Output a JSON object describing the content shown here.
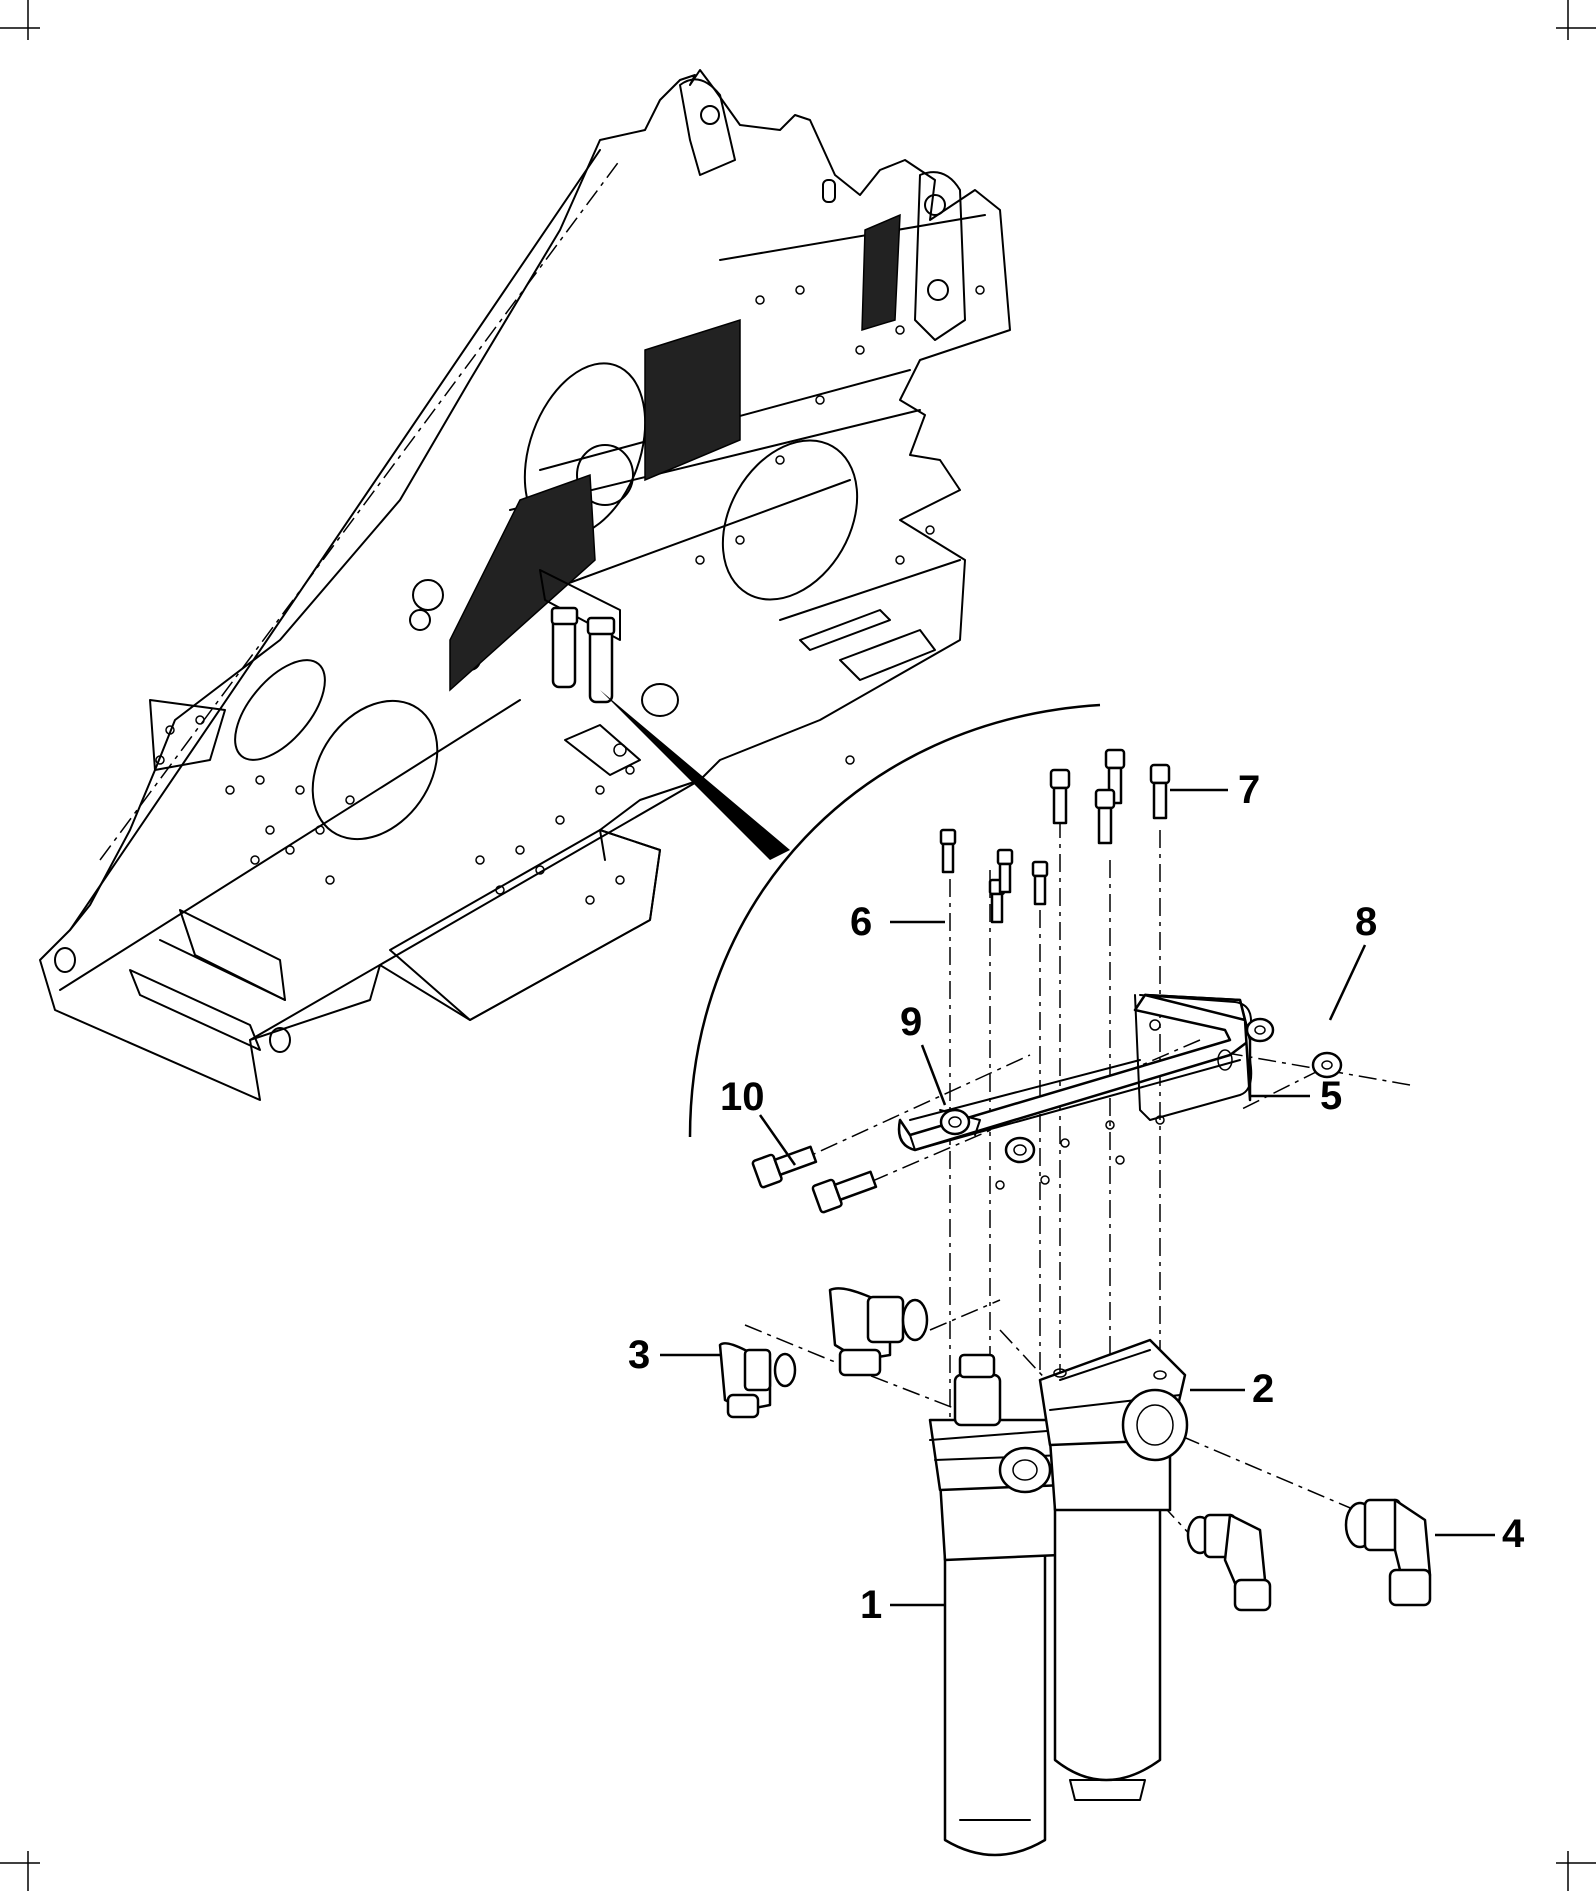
{
  "diagram": {
    "kind": "exploded parts view",
    "callouts": [
      "1",
      "2",
      "3",
      "4",
      "5",
      "6",
      "7",
      "8",
      "9",
      "10"
    ],
    "colors": {
      "ink": "#000000",
      "paper": "#ffffff",
      "mesh": "#222222"
    }
  }
}
